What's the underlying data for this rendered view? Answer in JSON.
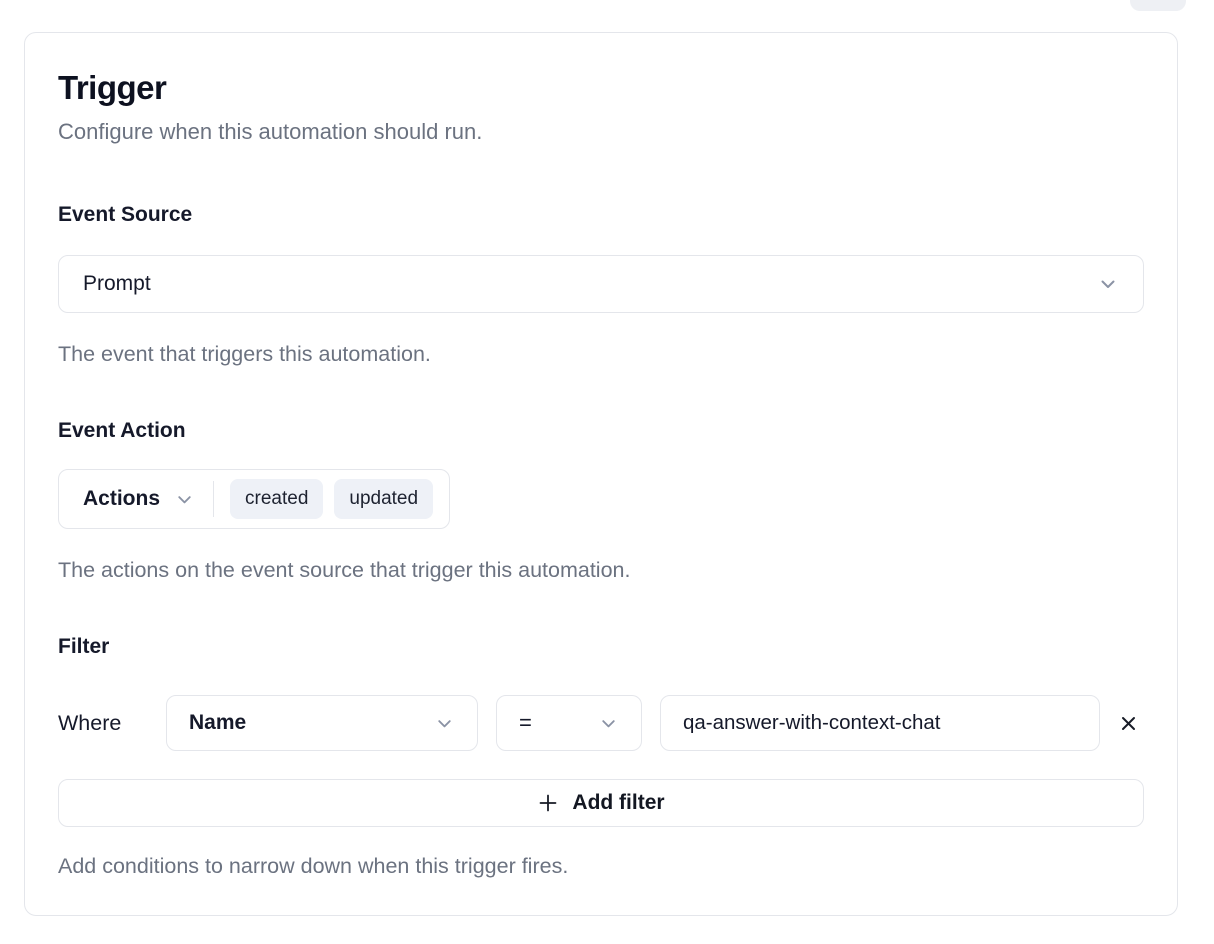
{
  "page": {
    "title": "Trigger",
    "subtitle": "Configure when this automation should run."
  },
  "event_source": {
    "label": "Event Source",
    "selected": "Prompt",
    "help": "The event that triggers this automation."
  },
  "event_action": {
    "label": "Event Action",
    "dropdown_label": "Actions",
    "selected_actions": [
      "created",
      "updated"
    ],
    "help": "The actions on the event source that trigger this automation."
  },
  "filter": {
    "label": "Filter",
    "where_label": "Where",
    "field_selected": "Name",
    "operator_selected": "=",
    "value": "qa-answer-with-context-chat",
    "add_button_label": "Add filter",
    "help": "Add conditions to narrow down when this trigger fires."
  },
  "colors": {
    "card_border": "#e4e6eb",
    "chip_background": "#eef1f7",
    "text_primary": "#15192a",
    "text_muted": "#6b7280",
    "icon_gray": "#8b93a5"
  }
}
